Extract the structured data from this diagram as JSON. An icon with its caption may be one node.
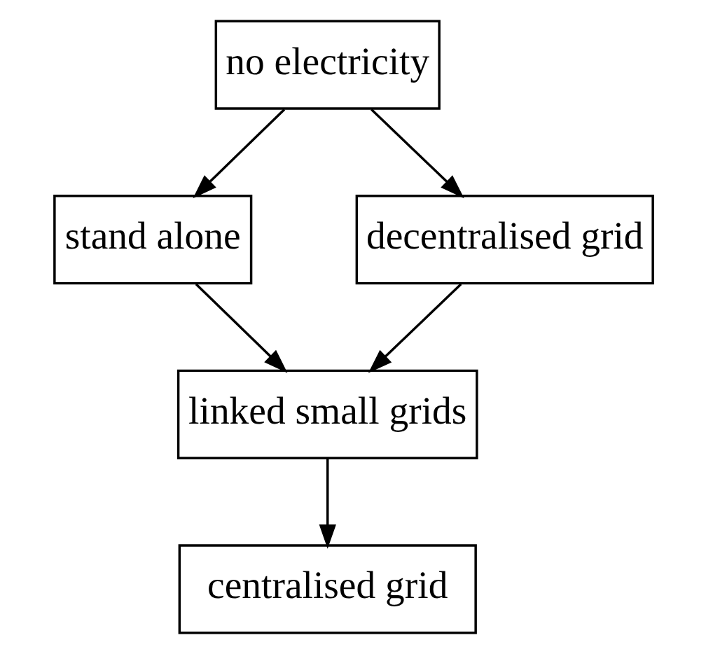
{
  "diagram": {
    "nodes": [
      {
        "text": [
          "no electricity"
        ]
      },
      {
        "text": [
          "stand alone"
        ]
      },
      {
        "text": [
          "decentralised grid"
        ]
      },
      {
        "text": [
          "linked small grids"
        ]
      },
      {
        "text": [
          "centralised grid"
        ]
      }
    ],
    "edges": [
      {
        "from": 0,
        "to": 1,
        "arrow": "to"
      },
      {
        "from": 0,
        "to": 2,
        "arrow": "to"
      },
      {
        "from": 1,
        "to": 3,
        "arrow": "to"
      },
      {
        "from": 2,
        "to": 3,
        "arrow": "to"
      },
      {
        "from": 3,
        "to": 4,
        "arrow": "to"
      }
    ]
  }
}
